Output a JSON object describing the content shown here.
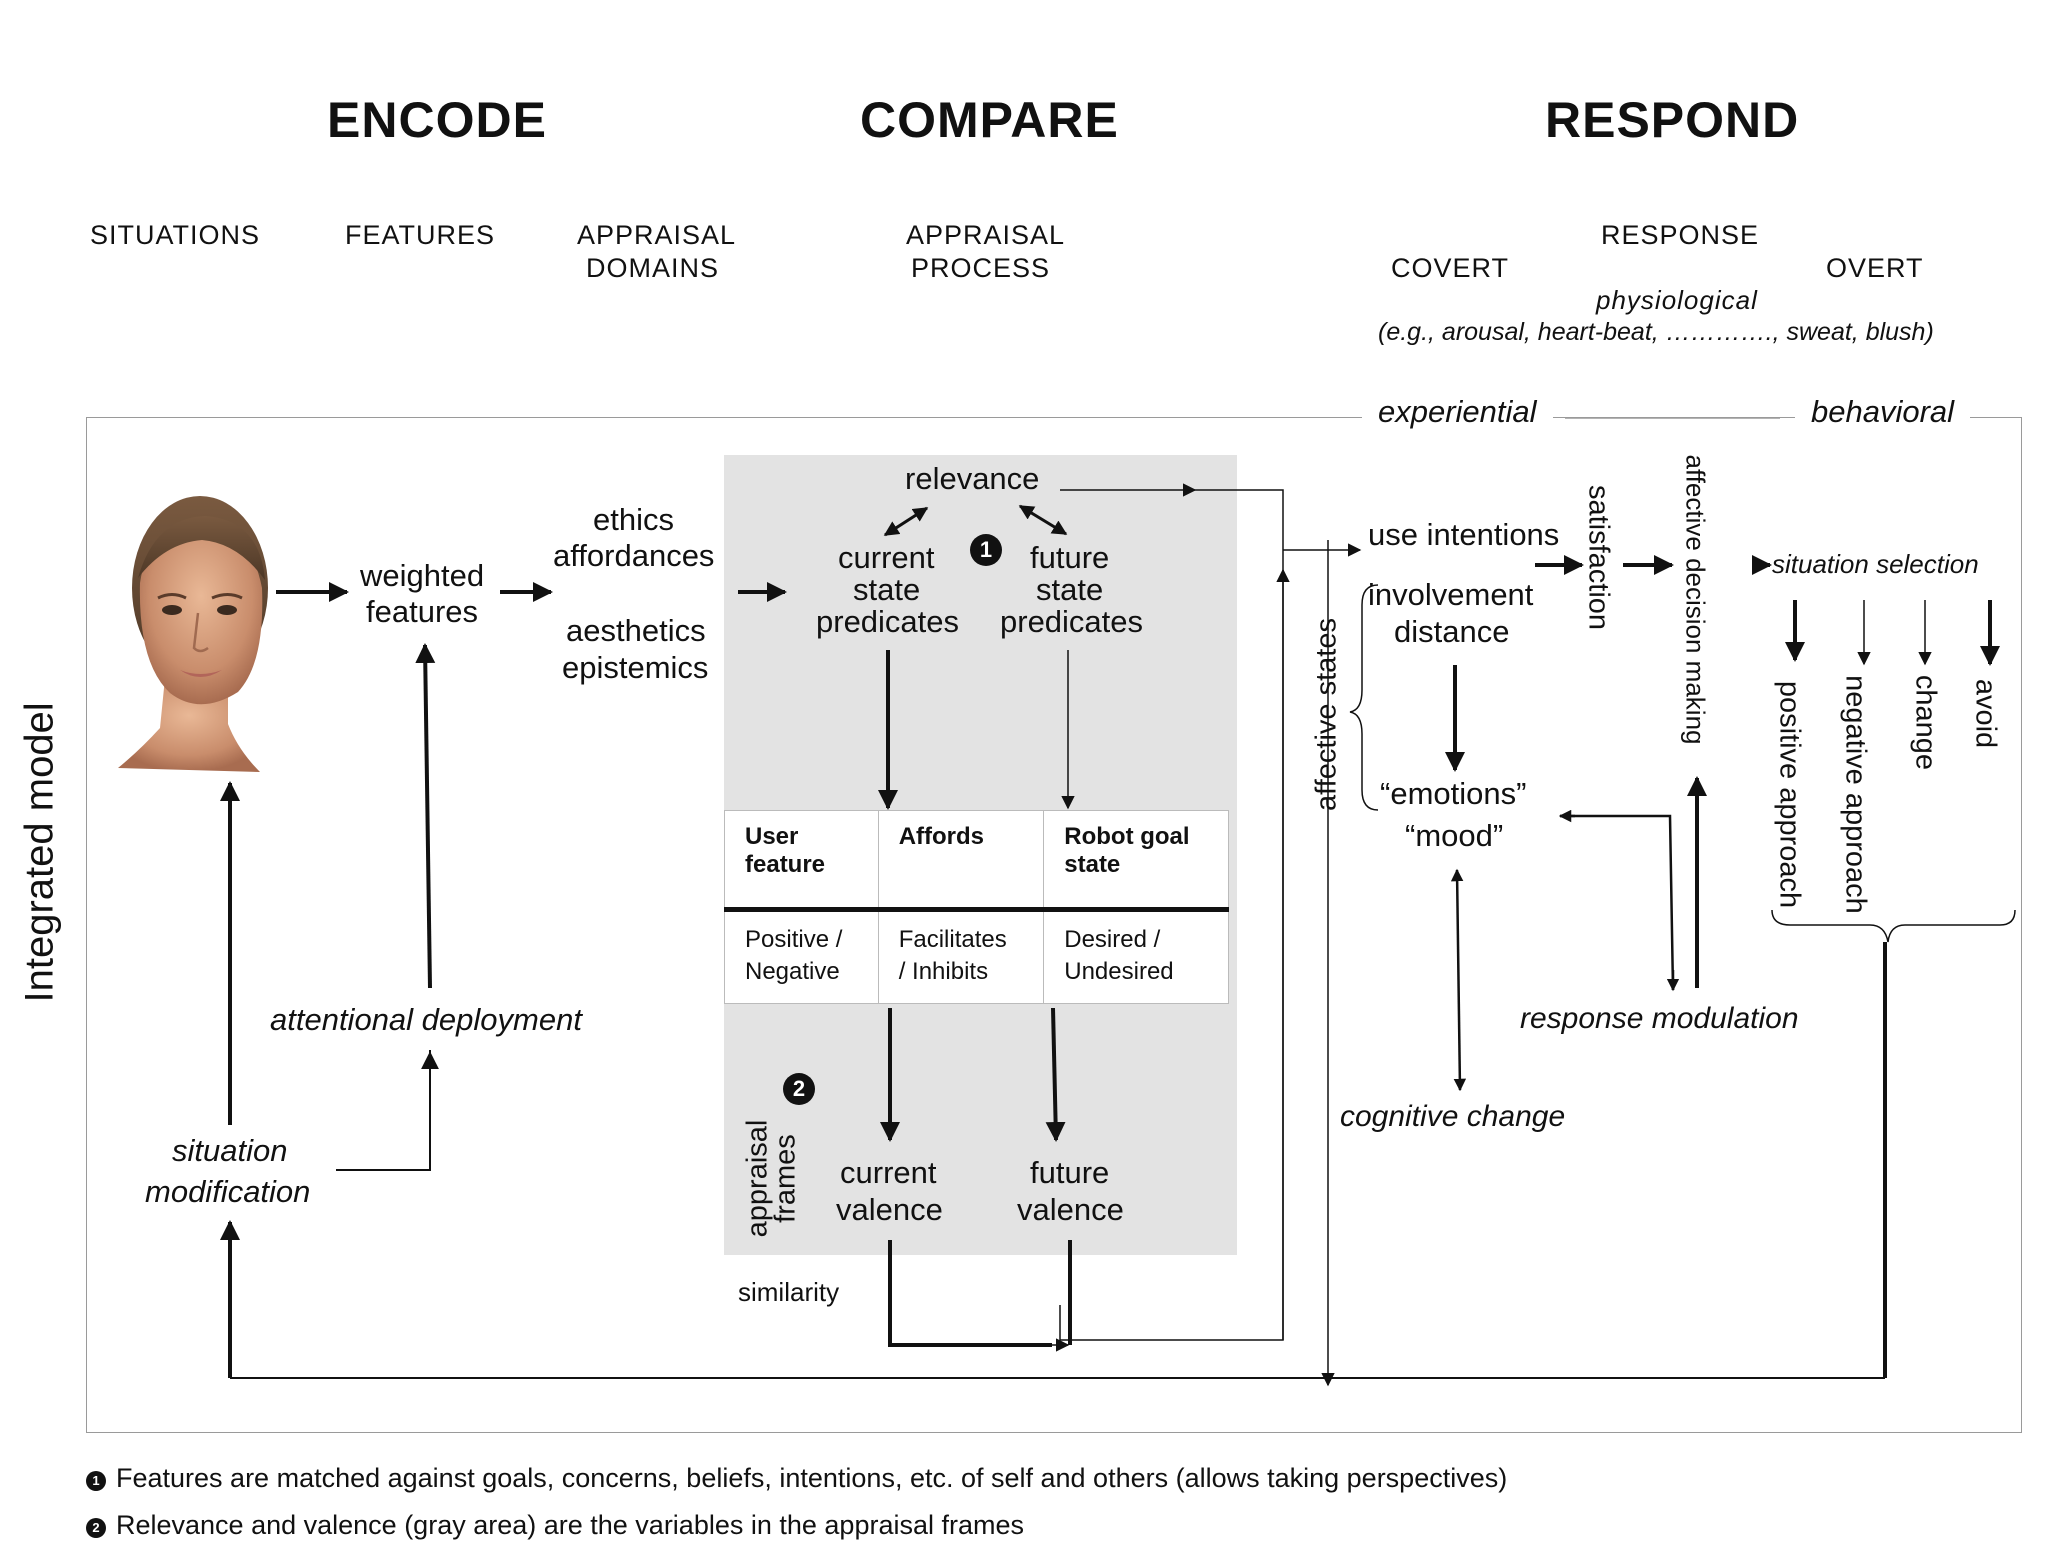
{
  "headers": {
    "encode": "ENCODE",
    "compare": "COMPARE",
    "respond": "RESPOND"
  },
  "columns": {
    "situations": "SITUATIONS",
    "features": "FEATURES",
    "appraisal_domains_1": "APPRAISAL",
    "appraisal_domains_2": "DOMAINS",
    "appraisal_process_1": "APPRAISAL",
    "appraisal_process_2": "PROCESS",
    "response": "RESPONSE",
    "covert": "COVERT",
    "overt": "OVERT",
    "physiological": "physiological",
    "physiological_examples": "(e.g., arousal, heart-beat, …………., sweat, blush)",
    "experiential": "experiential",
    "behavioral": "behavioral"
  },
  "side_label": "Integrated model",
  "encode": {
    "weighted_features_1": "weighted",
    "weighted_features_2": "features",
    "domains": [
      "ethics",
      "affordances",
      "aesthetics",
      "epistemics"
    ],
    "attentional_deployment": "attentional deployment",
    "situation_modification_1": "situation",
    "situation_modification_2": "modification"
  },
  "compare": {
    "relevance": "relevance",
    "current_state_1": "current",
    "current_state_2": "state",
    "current_state_3": "predicates",
    "future_state_1": "future",
    "future_state_2": "state",
    "future_state_3": "predicates",
    "badge_1": "1",
    "badge_2": "2",
    "table": {
      "headers": [
        [
          "User",
          "feature"
        ],
        [
          "Affords",
          ""
        ],
        [
          "Robot goal",
          "state"
        ]
      ],
      "values": [
        [
          "Positive /",
          "Negative"
        ],
        [
          "Facilitates",
          "/ Inhibits"
        ],
        [
          "Desired /",
          "Undesired"
        ]
      ]
    },
    "appraisal_frames_1": "appraisal",
    "appraisal_frames_2": "frames",
    "current_valence_1": "current",
    "current_valence_2": "valence",
    "future_valence_1": "future",
    "future_valence_2": "valence",
    "similarity": "similarity"
  },
  "respond": {
    "use_intentions": "use intentions",
    "involvement": "involvement",
    "distance": "distance",
    "affective_states": "affective states",
    "emotions": "“emotions”",
    "mood": "“mood”",
    "cognitive_change": "cognitive change",
    "satisfaction": "satisfaction",
    "affective_decision_making": "affective decision making",
    "situation_selection": "situation selection",
    "behaviors": [
      "positive approach",
      "negative approach",
      "change",
      "avoid"
    ],
    "response_modulation": "response modulation"
  },
  "footnotes": {
    "n1_badge": "1",
    "n1": "Features are matched against goals, concerns, beliefs, intentions, etc. of self and others (allows taking perspectives)",
    "n2_badge": "2",
    "n2": "Relevance and valence (gray area) are the variables in the appraisal frames"
  }
}
